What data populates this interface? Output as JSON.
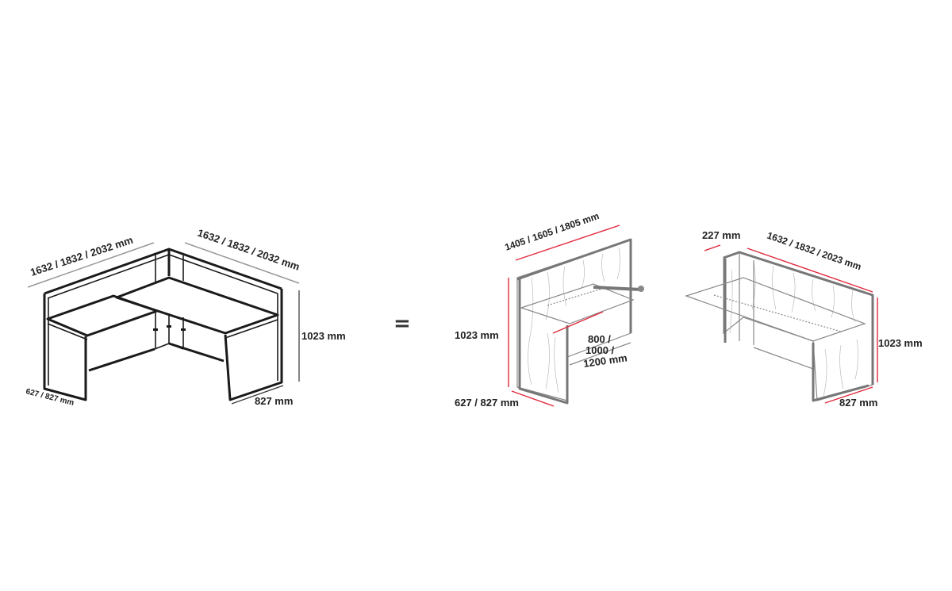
{
  "combined_desk": {
    "width_left_label": "1632 / 1832 / 2032 mm",
    "width_right_label": "1632 / 1832 / 2032 mm",
    "height_label": "1023 mm",
    "depth_right_label": "827 mm",
    "depth_left_label": "627 / 827 mm"
  },
  "equals_sign": "=",
  "corner_unit": {
    "width_label": "1405 / 1605 / 1805 mm",
    "height_label": "1023 mm",
    "depth_label": "627 / 827 mm",
    "desk_length_line1": "800 /",
    "desk_length_line2": "1000 /",
    "desk_length_line3": "1200 mm"
  },
  "straight_unit": {
    "overhang_label": "227 mm",
    "width_label": "1632 / 1832 / 2023 mm",
    "height_label": "1023 mm",
    "depth_label": "827 mm"
  },
  "colors": {
    "dimension_line": "#e0283a",
    "frame": "#1a1a1a"
  }
}
